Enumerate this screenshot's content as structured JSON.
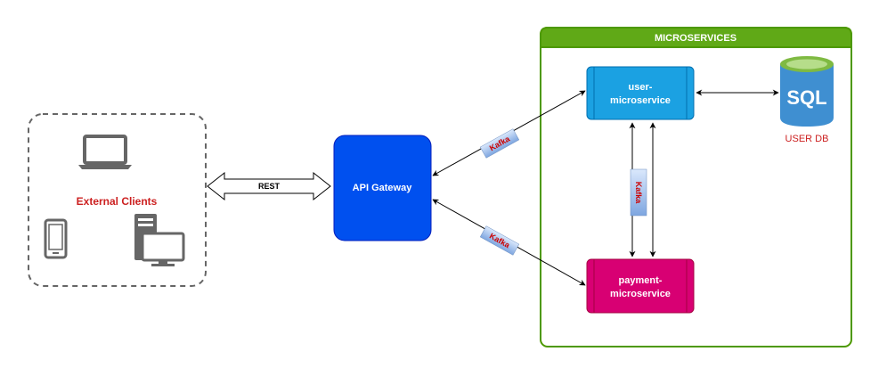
{
  "clients": {
    "label": "External Clients"
  },
  "rest_label": "REST",
  "gateway": {
    "label": "API Gateway"
  },
  "microservices": {
    "title": "MICROSERVICES"
  },
  "user_service": {
    "line1": "user-",
    "line2": "microservice"
  },
  "payment_service": {
    "line1": "payment-",
    "line2": "microservice"
  },
  "db": {
    "icon_text": "SQL",
    "label": "USER DB"
  },
  "kafka": {
    "top": "Kafka",
    "bottom": "Kafka",
    "vertical": "Kafka"
  },
  "colors": {
    "gateway": "#0050ef",
    "user_service": "#1ba1e2",
    "payment_service": "#d80073",
    "microservices_border": "#4d9900",
    "microservices_header": "#60a917",
    "client_label": "#cc2020",
    "db_label": "#cc2020",
    "kafka_text": "#cc0000"
  }
}
